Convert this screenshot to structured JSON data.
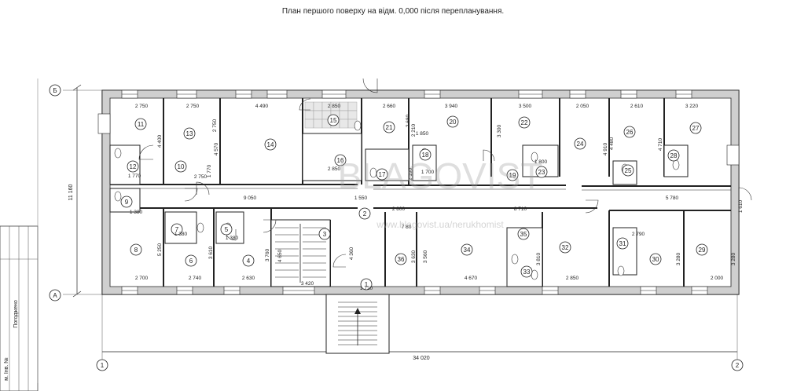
{
  "title": "План першого поверху на відм. 0,000 після перепланування.",
  "axes": {
    "top": "Б",
    "bottom": "А",
    "left": "1",
    "right": "2"
  },
  "overall": {
    "width": "34 020",
    "height": "11 160"
  },
  "stamp": {
    "label_1": "Погоджено",
    "label_2": "м. Інв. №"
  },
  "watermark": {
    "brand": "BLAGOVIST",
    "url": "www.blagovist.ua/nerukhomist"
  },
  "rooms": [
    {
      "n": "1"
    },
    {
      "n": "2"
    },
    {
      "n": "3"
    },
    {
      "n": "4"
    },
    {
      "n": "5"
    },
    {
      "n": "6"
    },
    {
      "n": "7"
    },
    {
      "n": "8"
    },
    {
      "n": "9"
    },
    {
      "n": "10"
    },
    {
      "n": "11"
    },
    {
      "n": "12"
    },
    {
      "n": "13"
    },
    {
      "n": "14"
    },
    {
      "n": "15"
    },
    {
      "n": "16"
    },
    {
      "n": "17"
    },
    {
      "n": "18"
    },
    {
      "n": "19"
    },
    {
      "n": "20"
    },
    {
      "n": "21"
    },
    {
      "n": "22"
    },
    {
      "n": "23"
    },
    {
      "n": "24"
    },
    {
      "n": "25"
    },
    {
      "n": "26"
    },
    {
      "n": "27"
    },
    {
      "n": "28"
    },
    {
      "n": "29"
    },
    {
      "n": "30"
    },
    {
      "n": "31"
    },
    {
      "n": "32"
    },
    {
      "n": "33"
    },
    {
      "n": "34"
    },
    {
      "n": "35"
    },
    {
      "n": "36"
    }
  ],
  "dims": [
    "2 750",
    "2 750",
    "4 490",
    "2 850",
    "2 660",
    "3 940",
    "3 500",
    "2 050",
    "2 610",
    "3 220",
    "4 400",
    "2 750",
    "4 570",
    "3 300",
    "4 910",
    "4 710",
    "4 480",
    "2 190",
    "2 210",
    "2 680",
    "1 850",
    "2 750",
    "2 850",
    "1 770",
    "1 550",
    "1 700",
    "1 800",
    "9 050",
    "2 800",
    "8 710",
    "5 780",
    "1 610",
    "7 80",
    "5 250",
    "3 610",
    "3 760",
    "4 360",
    "3 630",
    "3 560",
    "3 810",
    "3 280",
    "3 280",
    "4 650",
    "2 700",
    "2 740",
    "2 630",
    "3 420",
    "1 720",
    "4 670",
    "2 850",
    "2 790",
    "2 000",
    "1 380",
    "1 380",
    "1 770",
    "1 380"
  ]
}
